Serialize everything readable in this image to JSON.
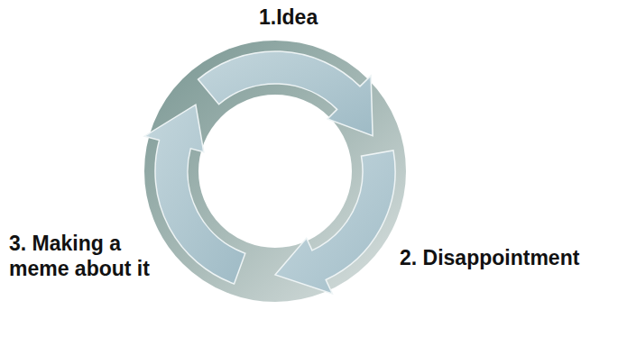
{
  "diagram": {
    "labels": [
      "1.Idea",
      "2. Disappointment",
      "3. Making a meme about it"
    ]
  }
}
